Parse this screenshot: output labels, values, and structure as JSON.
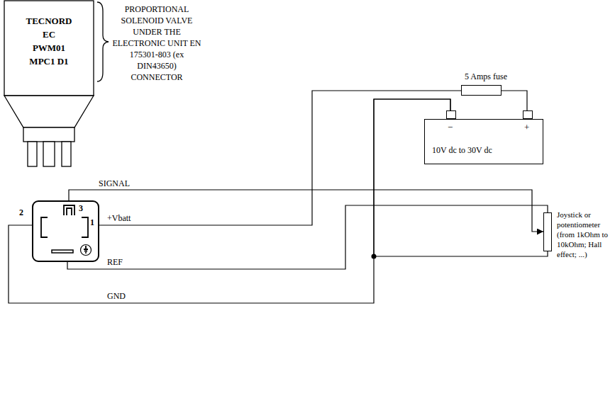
{
  "diagram": {
    "nodes": [
      {
        "text": [
          "TECNORD EC PWM01 MPC1 D1"
        ]
      },
      {
        "text": [
          "5 Amps fuse"
        ]
      },
      {
        "text": [
          "−",
          "+",
          "10V dc to 30V dc"
        ]
      },
      {
        "text": [
          "3",
          "2",
          "1"
        ]
      },
      {
        "text": [
          "Joystick or potentiometer (from 1kOhm to 10kOhm; Hall effect; ...)"
        ]
      }
    ],
    "edges": [
      {
        "from": 3,
        "to": 4,
        "arrow": "to",
        "label": "SIGNAL"
      },
      {
        "from": 3,
        "to": 1,
        "arrow": "none",
        "label": "+Vbatt"
      },
      {
        "from": 1,
        "to": 2,
        "arrow": "none"
      },
      {
        "from": 3,
        "to": 4,
        "arrow": "none",
        "label": "REF"
      },
      {
        "from": 3,
        "to": 2,
        "arrow": "none",
        "label": "GND"
      },
      {
        "from": 4,
        "to": 2,
        "arrow": "none"
      }
    ],
    "labels": [
      "PROPORTIONAL SOLENOID VALVE UNDER THE ELECTRONIC UNIT EN 175301-803 (ex DIN43650) CONNECTOR"
    ]
  }
}
